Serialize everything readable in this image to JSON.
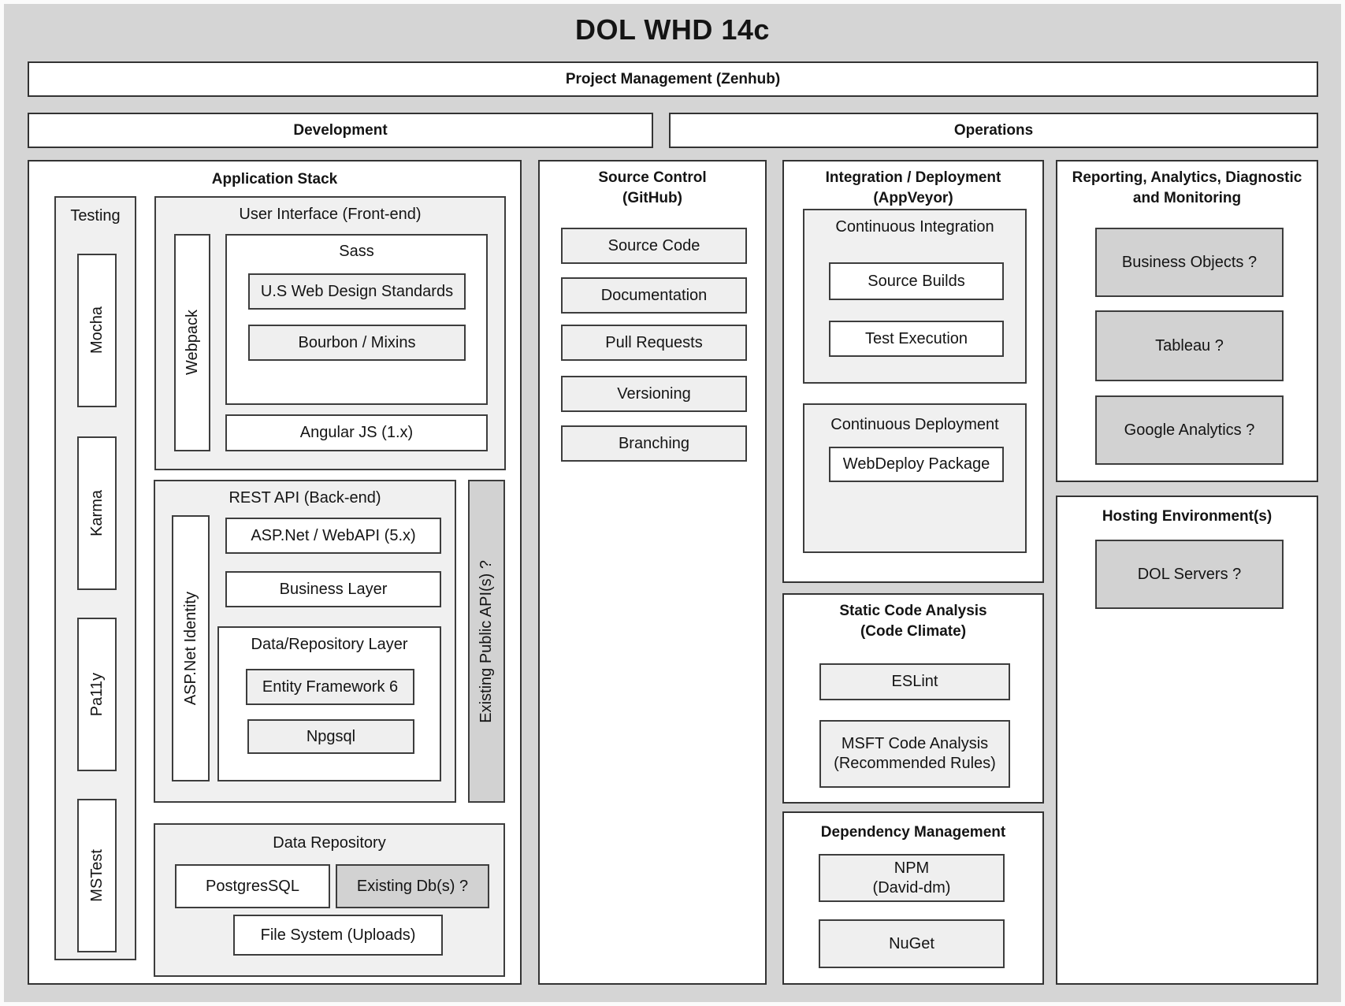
{
  "title": "DOL WHD 14c",
  "colors": {
    "canvas": "#d5d5d5",
    "container": "#ffffff",
    "group_fill": "#f0f0f0",
    "leaf_fill": "#efefef",
    "uncertain_fill": "#d2d2d2",
    "border": "#333333"
  },
  "bars": {
    "project_management": "Project Management (Zenhub)",
    "development": "Development",
    "operations": "Operations"
  },
  "application_stack": {
    "title": "Application Stack",
    "testing": {
      "title": "Testing",
      "items": [
        "Mocha",
        "Karma",
        "Pa11y",
        "MSTest"
      ]
    },
    "ui": {
      "title": "User Interface (Front-end)",
      "webpack": "Webpack",
      "sass": {
        "title": "Sass",
        "items": [
          "U.S Web Design Standards",
          "Bourbon / Mixins"
        ]
      },
      "angular": "Angular JS (1.x)"
    },
    "rest": {
      "title": "REST API (Back-end)",
      "identity": "ASP.Net Identity",
      "items": [
        "ASP.Net / WebAPI (5.x)",
        "Business Layer"
      ],
      "data_layer": {
        "title": "Data/Repository Layer",
        "items": [
          "Entity Framework 6",
          "Npgsql"
        ]
      }
    },
    "existing_api": "Existing Public API(s) ?",
    "data_repository": {
      "title": "Data Repository",
      "postgres": "PostgresSQL",
      "existing_db": "Existing Db(s) ?",
      "file_system": "File System (Uploads)"
    }
  },
  "source_control": {
    "title_line1": "Source Control",
    "title_line2": "(GitHub)",
    "items": [
      "Source Code",
      "Documentation",
      "Pull Requests",
      "Versioning",
      "Branching"
    ]
  },
  "integration": {
    "title_line1": "Integration / Deployment",
    "title_line2": "(AppVeyor)",
    "ci": {
      "title": "Continuous Integration",
      "items": [
        "Source Builds",
        "Test Execution"
      ]
    },
    "cd": {
      "title": "Continuous Deployment",
      "items": [
        "WebDeploy Package"
      ]
    }
  },
  "static_analysis": {
    "title_line1": "Static Code Analysis",
    "title_line2": "(Code Climate)",
    "eslint": "ESLint",
    "msft_line1": "MSFT Code Analysis",
    "msft_line2": "(Recommended Rules)"
  },
  "dependency_management": {
    "title": "Dependency Management",
    "npm_line1": "NPM",
    "npm_line2": "(David-dm)",
    "nuget": "NuGet"
  },
  "reporting": {
    "title_line1": "Reporting, Analytics, Diagnostic",
    "title_line2": "and Monitoring",
    "items": [
      "Business Objects ?",
      "Tableau ?",
      "Google Analytics ?"
    ]
  },
  "hosting": {
    "title": "Hosting Environment(s)",
    "items": [
      "DOL Servers ?"
    ]
  }
}
